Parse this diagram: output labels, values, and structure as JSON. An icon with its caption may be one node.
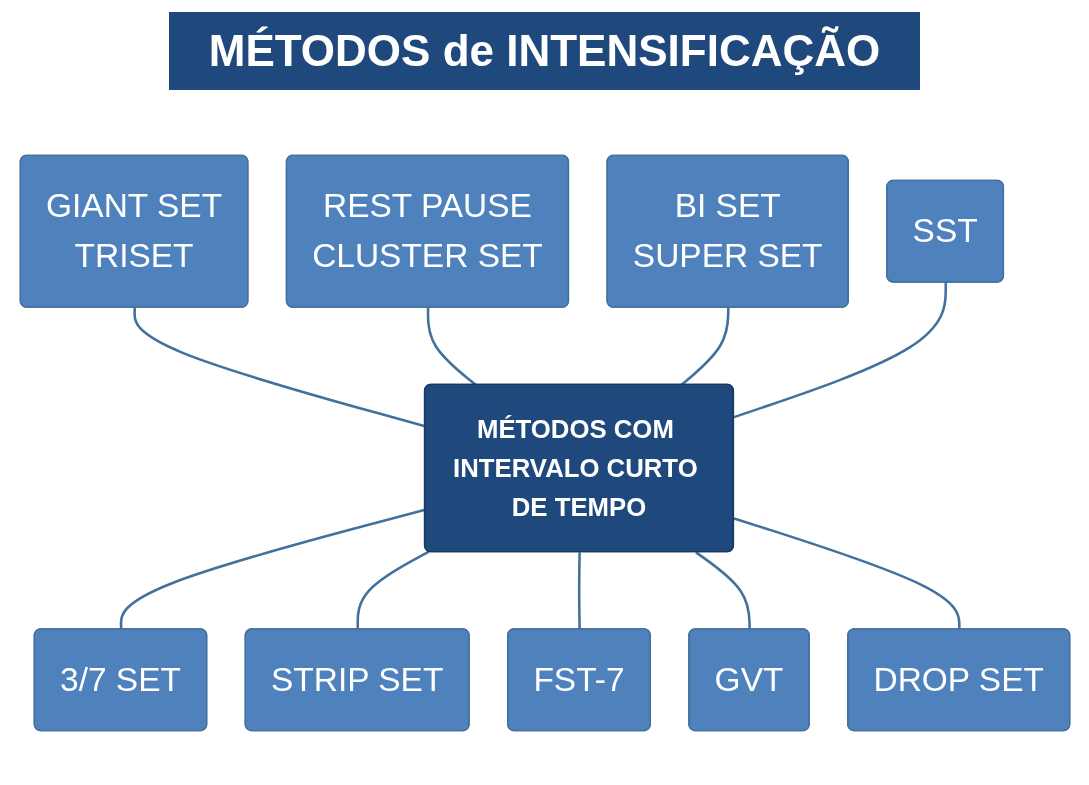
{
  "diagram": {
    "title": "MÉTODOS de INTENSIFICAÇÃO",
    "nodes": [
      {
        "text": [
          "GIANT SET",
          "TRISET"
        ]
      },
      {
        "text": [
          "REST PAUSE",
          "CLUSTER SET"
        ]
      },
      {
        "text": [
          "BI SET",
          "SUPER SET"
        ]
      },
      {
        "text": [
          "SST"
        ]
      },
      {
        "text": [
          "MÉTODOS COM INTERVALO CURTO DE TEMPO"
        ]
      },
      {
        "text": [
          "3/7 SET"
        ]
      },
      {
        "text": [
          "STRIP SET"
        ]
      },
      {
        "text": [
          "FST-7"
        ]
      },
      {
        "text": [
          "GVT"
        ]
      },
      {
        "text": [
          "DROP SET"
        ]
      }
    ],
    "edges": [
      {
        "from": 0,
        "to": 4,
        "arrow": "none"
      },
      {
        "from": 1,
        "to": 4,
        "arrow": "none"
      },
      {
        "from": 2,
        "to": 4,
        "arrow": "none"
      },
      {
        "from": 3,
        "to": 4,
        "arrow": "none"
      },
      {
        "from": 4,
        "to": 5,
        "arrow": "none"
      },
      {
        "from": 4,
        "to": 6,
        "arrow": "none"
      },
      {
        "from": 4,
        "to": 7,
        "arrow": "none"
      },
      {
        "from": 4,
        "to": 8,
        "arrow": "none"
      },
      {
        "from": 4,
        "to": 9,
        "arrow": "none"
      }
    ]
  }
}
